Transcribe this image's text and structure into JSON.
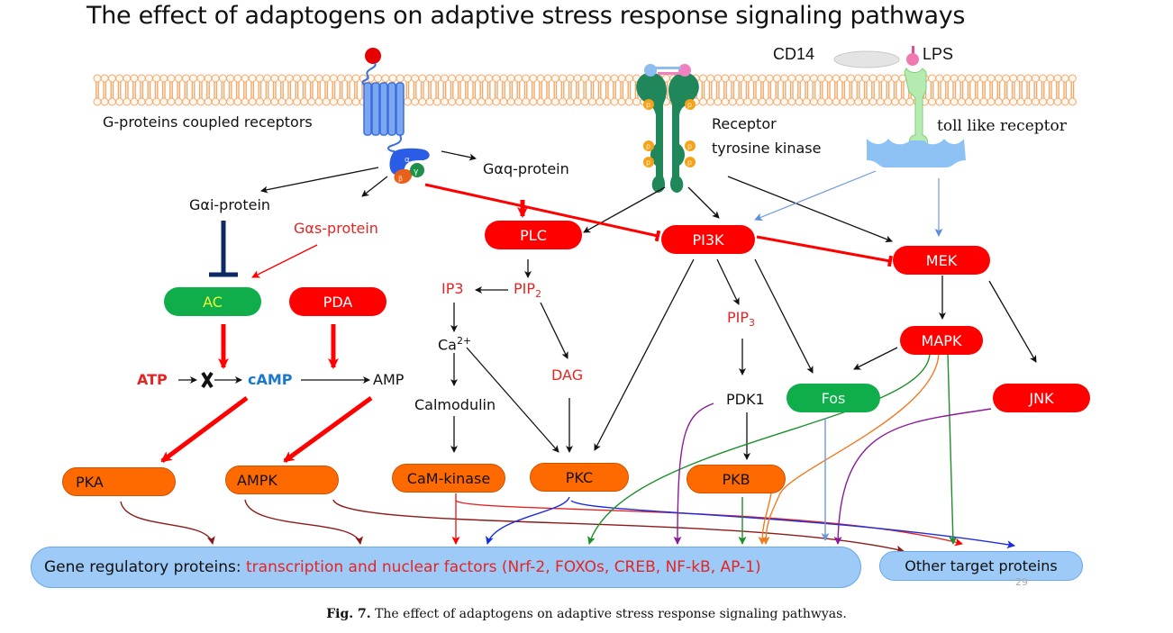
{
  "title": "The effect of adaptogens on adaptive stress response signaling pathways",
  "caption": {
    "fig_label": "Fig. 7.",
    "text": " The effect of adaptogens on adaptive stress response signaling pathwyas."
  },
  "page_number": "29",
  "membrane_receptors": {
    "gpcr_label": "G-proteins coupled receptors",
    "rtk_label_line1": "Receptor",
    "rtk_label_line2": "tyrosine kinase",
    "tlr_label": "toll  like  receptor",
    "cd14_label": "CD14",
    "lps_label": "LPS",
    "g_alpha": "α",
    "g_beta": "β",
    "g_gamma": "γ",
    "phospho": "p"
  },
  "g_proteins": {
    "gai": "Gαi-protein",
    "gas": "Gαs-protein",
    "gaq": "Gαq-protein"
  },
  "nodes": {
    "ac": "AC",
    "pda": "PDA",
    "plc": "PLC",
    "pi3k": "PI3K",
    "mek": "MEK",
    "mapk": "MAPK",
    "fos": "Fos",
    "jnk": "JNK",
    "pka": "PKA",
    "ampk": "AMPK",
    "cam_kinase": "CaM-kinase",
    "pkc": "PKC",
    "pkb": "PKB"
  },
  "metabolites": {
    "atp": "ATP",
    "camp": "cAMP",
    "amp": "AMP",
    "ip3": "IP3",
    "pip2_base": "PIP",
    "pip2_sub": "2",
    "pip3_base": "PIP",
    "pip3_sub": "3",
    "ca_base": "Ca",
    "ca_sup": "2+",
    "calmodulin": "Calmodulin",
    "dag": "DAG",
    "pdk1": "PDK1"
  },
  "targets": {
    "gene_prefix": "Gene regulatory proteins: ",
    "gene_factors": "transcription and nuclear factors (Nrf-2, FOXOs, CREB, NF-kB, AP-1)",
    "other": "Other target proteins"
  },
  "colors": {
    "activation_red": "#ff0000",
    "inhibition_navy": "#0d2a66",
    "camp_blue": "#1a7ac9",
    "ac_text_yellow": "#e8ff3a",
    "membrane_orange": "#f5a766"
  }
}
